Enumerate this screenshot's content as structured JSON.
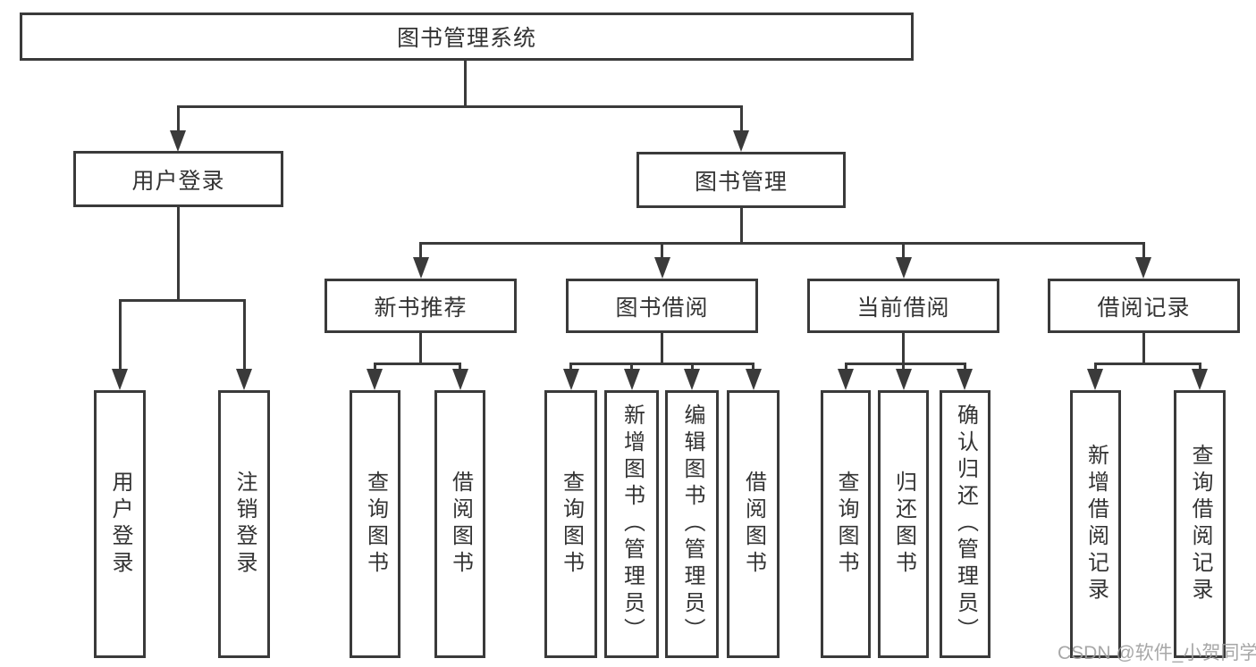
{
  "diagram": {
    "root": {
      "label": "图书管理系统"
    },
    "level2": [
      {
        "label": "用户登录"
      },
      {
        "label": "图书管理"
      }
    ],
    "level3": [
      {
        "label": "新书推荐",
        "parent": "图书管理"
      },
      {
        "label": "图书借阅",
        "parent": "图书管理"
      },
      {
        "label": "当前借阅",
        "parent": "图书管理"
      },
      {
        "label": "借阅记录",
        "parent": "图书管理"
      }
    ],
    "leaves": [
      {
        "label": "用户登录",
        "parent": "用户登录"
      },
      {
        "label": "注销登录",
        "parent": "用户登录"
      },
      {
        "label": "查询图书",
        "parent": "新书推荐"
      },
      {
        "label": "借阅图书",
        "parent": "新书推荐"
      },
      {
        "label": "查询图书",
        "parent": "图书借阅"
      },
      {
        "label": "新增图书（管理员）",
        "parent": "图书借阅"
      },
      {
        "label": "编辑图书（管理员）",
        "parent": "图书借阅"
      },
      {
        "label": "借阅图书",
        "parent": "图书借阅"
      },
      {
        "label": "查询图书",
        "parent": "当前借阅"
      },
      {
        "label": "归还图书",
        "parent": "当前借阅"
      },
      {
        "label": "确认归还（管理员）",
        "parent": "当前借阅"
      },
      {
        "label": "新增借阅记录",
        "parent": "借阅记录"
      },
      {
        "label": "查询借阅记录",
        "parent": "借阅记录"
      }
    ],
    "colors": {
      "line": "#3a3a3a",
      "text": "#333333",
      "background": "#ffffff",
      "watermark": "#9e9e9e"
    }
  },
  "watermark": {
    "text": "CSDN @软件_小贺同学"
  }
}
